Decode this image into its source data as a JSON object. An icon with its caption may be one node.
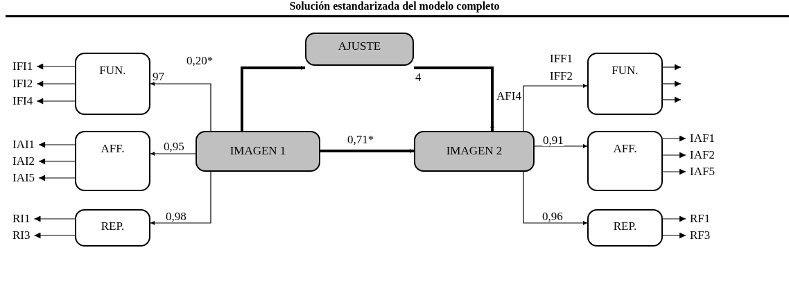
{
  "diagram": {
    "title": "Solución estandarizada del modelo completo",
    "nodes": [
      {
        "text": [
          "AJUSTE"
        ]
      },
      {
        "text": [
          "IMAGEN 1"
        ]
      },
      {
        "text": [
          "IMAGEN 2"
        ]
      },
      {
        "text": [
          "FUN."
        ]
      },
      {
        "text": [
          "AFF."
        ]
      },
      {
        "text": [
          "REP."
        ]
      },
      {
        "text": [
          "FUN."
        ]
      },
      {
        "text": [
          "AFF."
        ]
      },
      {
        "text": [
          "REP."
        ]
      },
      {
        "text": [
          "IFI1"
        ]
      },
      {
        "text": [
          "IFI2"
        ]
      },
      {
        "text": [
          "IFI4"
        ]
      },
      {
        "text": [
          "IAI1"
        ]
      },
      {
        "text": [
          "IAI2"
        ]
      },
      {
        "text": [
          "IAI5"
        ]
      },
      {
        "text": [
          "RI1"
        ]
      },
      {
        "text": [
          "RI3"
        ]
      },
      {
        "text": [
          "IAF1"
        ]
      },
      {
        "text": [
          "IAF2"
        ]
      },
      {
        "text": [
          "IAF5"
        ]
      },
      {
        "text": [
          "RF1"
        ]
      },
      {
        "text": [
          "RF3"
        ]
      }
    ],
    "edges": [
      {
        "from": 1,
        "to": 0,
        "arrow": "to",
        "label": "0,20*",
        "style": "thick"
      },
      {
        "from": 0,
        "to": 2,
        "arrow": "to",
        "label": "4",
        "style": "thick"
      },
      {
        "from": 1,
        "to": 2,
        "arrow": "to",
        "label": "0,71*",
        "style": "thick"
      },
      {
        "from": 1,
        "to": 3,
        "arrow": "to",
        "label": "97"
      },
      {
        "from": 1,
        "to": 4,
        "arrow": "to",
        "label": "0,95"
      },
      {
        "from": 1,
        "to": 5,
        "arrow": "to",
        "label": "0,98"
      },
      {
        "from": 2,
        "to": 6,
        "arrow": "to"
      },
      {
        "from": 2,
        "to": 7,
        "arrow": "to",
        "label": "0,91"
      },
      {
        "from": 2,
        "to": 8,
        "arrow": "to",
        "label": "0,96"
      },
      {
        "from": 3,
        "to": 9,
        "arrow": "to"
      },
      {
        "from": 3,
        "to": 10,
        "arrow": "to"
      },
      {
        "from": 3,
        "to": 11,
        "arrow": "to"
      },
      {
        "from": 4,
        "to": 12,
        "arrow": "to"
      },
      {
        "from": 4,
        "to": 13,
        "arrow": "to"
      },
      {
        "from": 4,
        "to": 14,
        "arrow": "to"
      },
      {
        "from": 5,
        "to": 15,
        "arrow": "to"
      },
      {
        "from": 5,
        "to": 16,
        "arrow": "to"
      },
      {
        "from": 6,
        "to": null,
        "arrow": "to"
      },
      {
        "from": 6,
        "to": null,
        "arrow": "to"
      },
      {
        "from": 6,
        "to": null,
        "arrow": "to"
      },
      {
        "from": 7,
        "to": 17,
        "arrow": "to"
      },
      {
        "from": 7,
        "to": 18,
        "arrow": "to"
      },
      {
        "from": 7,
        "to": 19,
        "arrow": "to"
      },
      {
        "from": 8,
        "to": 20,
        "arrow": "to"
      },
      {
        "from": 8,
        "to": 21,
        "arrow": "to"
      }
    ],
    "labels": [
      "IFF1",
      "IFF2",
      "AFI4"
    ]
  }
}
